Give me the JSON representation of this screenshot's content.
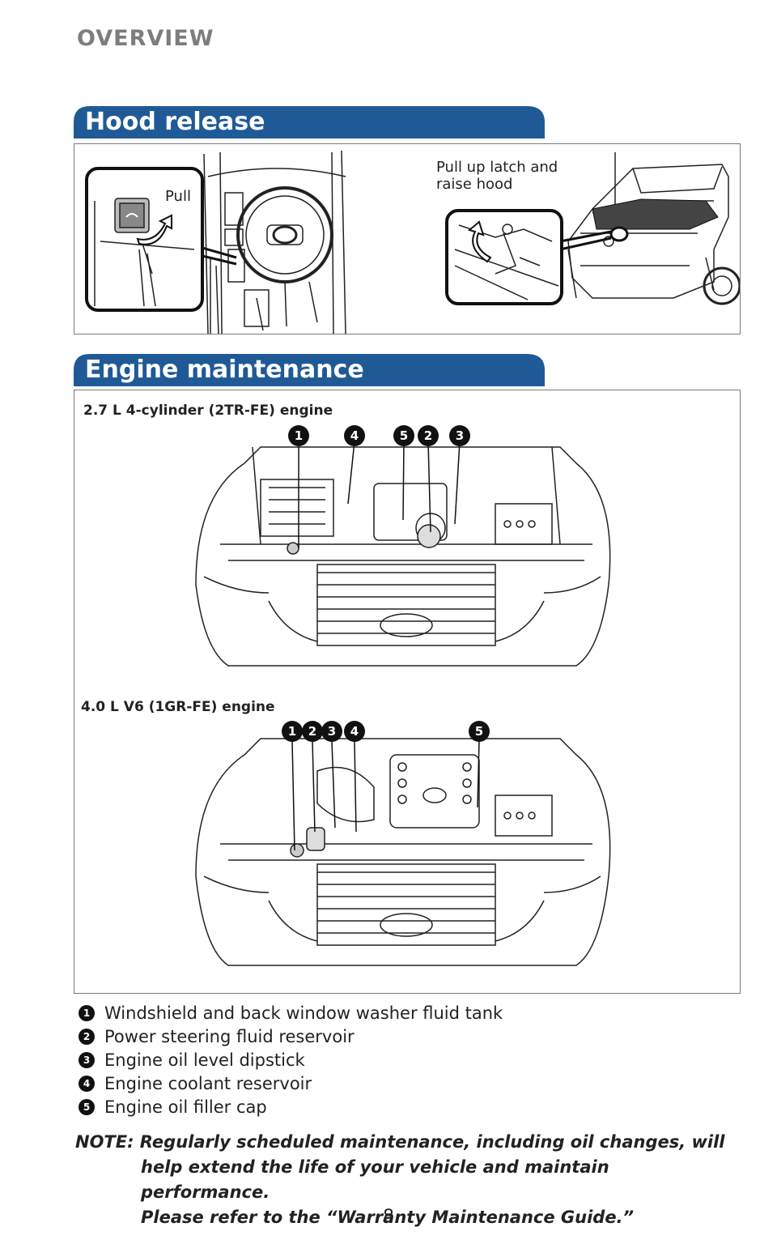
{
  "page": {
    "section": "OVERVIEW",
    "page_number": "8"
  },
  "hood_release": {
    "title": "Hood release",
    "pull_label": "Pull",
    "raise_label_line1": "Pull up latch and",
    "raise_label_line2": "raise hood"
  },
  "engine_maintenance": {
    "title": "Engine maintenance",
    "engine_a": {
      "label": "2.7 L 4-cylinder (2TR-FE) engine",
      "callouts": [
        "1",
        "4",
        "5",
        "2",
        "3"
      ]
    },
    "engine_b": {
      "label": "4.0 L V6 (1GR-FE) engine",
      "callouts": [
        "1",
        "2",
        "3",
        "4",
        "5"
      ]
    }
  },
  "legend": [
    {
      "num": "1",
      "text": "Windshield and back window washer fluid tank"
    },
    {
      "num": "2",
      "text": "Power steering fluid reservoir"
    },
    {
      "num": "3",
      "text": "Engine oil level dipstick"
    },
    {
      "num": "4",
      "text": "Engine coolant reservoir"
    },
    {
      "num": "5",
      "text": "Engine oil filler cap"
    }
  ],
  "note": {
    "line1": "NOTE: Regularly scheduled maintenance, including oil changes, will",
    "line2": "help extend the life of your vehicle and maintain performance.",
    "line3": "Please refer to the “Warranty Maintenance Guide.”"
  },
  "colors": {
    "header_blue": "#1f5a96",
    "callout_black": "#111111",
    "heading_gray": "#7d7d7d"
  }
}
